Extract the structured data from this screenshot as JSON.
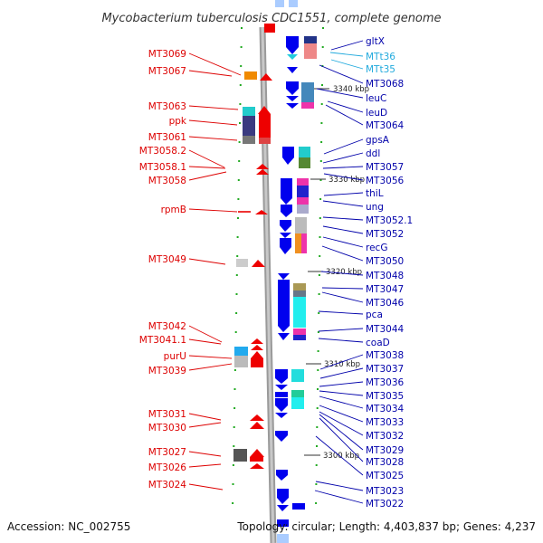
{
  "title": "Mycobacterium tuberculosis CDC1551, complete genome",
  "footer": {
    "accession": "Accession: NC_002755",
    "topology": "Topology: circular; Length: 4,403,837 bp; Genes: 4,237"
  },
  "colors": {
    "forward_gene": "#ee0000",
    "reverse_gene": "#0000ee",
    "trna_label": "#22aadd",
    "left_label": "#dd0000",
    "right_label": "#0000aa"
  },
  "kbp_marks": [
    "3340 kbp",
    "3330 kbp",
    "3320 kbp",
    "3310 kbp",
    "3300 kbp"
  ],
  "left_labels": [
    "MT3069",
    "MT3067",
    "MT3063",
    "ppk",
    "MT3061",
    "MT3058.2",
    "MT3058.1",
    "MT3058",
    "rpmB",
    "MT3049",
    "MT3042",
    "MT3041.1",
    "purU",
    "MT3039",
    "MT3031",
    "MT3030",
    "MT3027",
    "MT3026",
    "MT3024"
  ],
  "right_labels": [
    "gltX",
    "MTt36",
    "MTt35",
    "MT3068",
    "leuC",
    "leuD",
    "MT3064",
    "gpsA",
    "ddl",
    "MT3057",
    "MT3056",
    "thiL",
    "ung",
    "MT3052.1",
    "MT3052",
    "recG",
    "MT3050",
    "MT3048",
    "MT3047",
    "MT3046",
    "pca",
    "MT3044",
    "coaD",
    "MT3038",
    "MT3037",
    "MT3036",
    "MT3035",
    "MT3034",
    "MT3033",
    "MT3032",
    "MT3029",
    "MT3028",
    "MT3025",
    "MT3023",
    "MT3022"
  ],
  "trna_labels": [
    "MTt36",
    "MTt35"
  ]
}
